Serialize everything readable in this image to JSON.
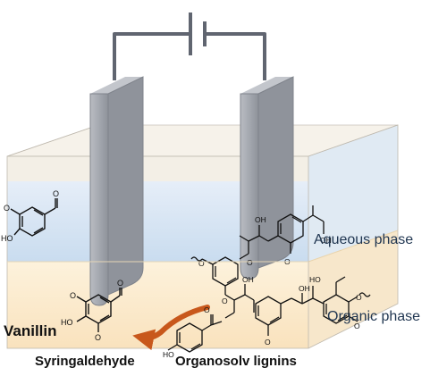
{
  "labels": {
    "aqueous_phase": "Aqueous phase",
    "organic_phase": "Organic phase",
    "vanillin": "Vanillin",
    "syringaldehyde": "Syringaldehyde",
    "organosolv_lignins": "Organosolv lignins"
  },
  "colors": {
    "aqueous": "#cfe0f1",
    "organic": "#fbe6c4",
    "electrode": "#9a9ea6",
    "wire": "#606570",
    "arrow": "#c8581c"
  }
}
